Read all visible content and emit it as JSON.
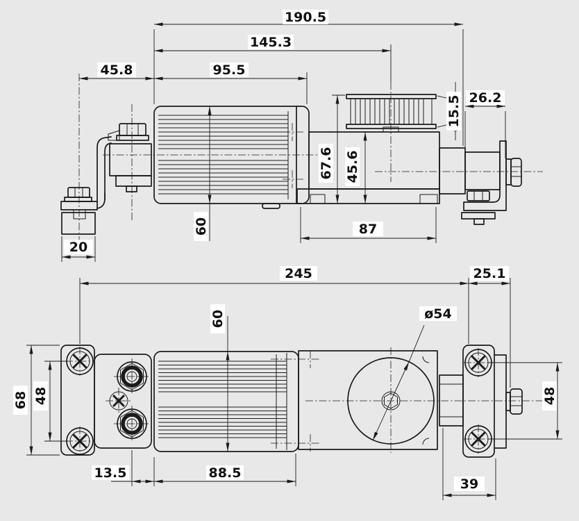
{
  "drawing": {
    "title": "motor-actuator dimension drawing",
    "colors": {
      "background": "#e8e8e8",
      "line": "#1b1b1b",
      "label_background": "#ffffff"
    },
    "dims": {
      "t_overall": "190.5",
      "t_pulley": "145.3",
      "t_motor": "95.5",
      "t_bracket": "45.8",
      "t_right": "26.2",
      "t_pulley_w": "15.5",
      "t_h_top": "67.6",
      "t_h_gear": "45.6",
      "t_motor_d": "60",
      "t_gear_len": "87",
      "t_block": "20",
      "b_overall": "245",
      "b_right": "25.1",
      "b_motor_w": "60",
      "b_out_d": "ø54",
      "b_plate_h": "68",
      "b_holes_l": "48",
      "b_holes_r": "48",
      "b_conn": "13.5",
      "b_fins": "88.5",
      "b_bracket_w": "39"
    }
  }
}
